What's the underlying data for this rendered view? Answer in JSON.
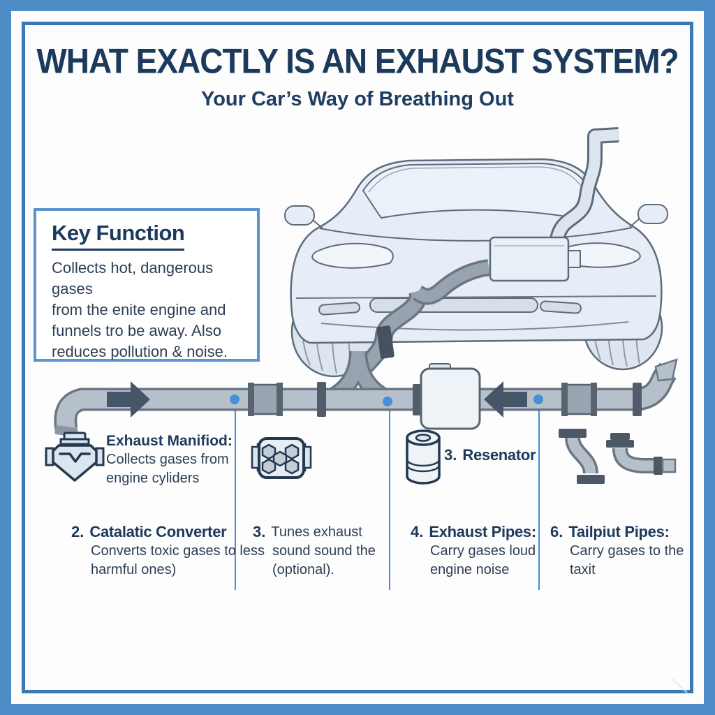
{
  "header": {
    "title": "WHAT EXACTLY IS AN EXHAUST SYSTEM?",
    "subtitle": "Your Car’s Way of Breathing Out"
  },
  "key_function": {
    "heading": "Key Function",
    "lines": [
      "Collects hot, dangerous gases",
      "from the enite engine and",
      "funnels tro be away. Also",
      "reduces pollution & noise."
    ]
  },
  "legend": {
    "manifold": {
      "icon": "engine-manifold-icon",
      "title": "Exhaust Manifiod:",
      "lines": [
        "Collects gases from",
        "engine cyliders"
      ]
    },
    "catalytic_icon": "catalytic-converter-icon",
    "resonator": {
      "icon": "resonator-canister-icon",
      "number": "3.",
      "title": "Resenator"
    },
    "tailpipe_icon": "tailpipe-pipes-icon",
    "catalytic": {
      "number": "2.",
      "title": "Catalatic Converter",
      "lines": [
        "Converts toxic gases to less",
        "harmful ones)"
      ]
    },
    "muffler_note": {
      "number": "3.",
      "lines": [
        "Tunes exhaust",
        "sound sound the",
        "(optional)."
      ]
    },
    "exhaust_pipes": {
      "number": "4.",
      "title": "Exhaust Pipes:",
      "lines": [
        "Carry gases loud",
        "engine noise"
      ]
    },
    "tailpipes": {
      "number": "6.",
      "title": "Tailpiut Pipes:",
      "lines": [
        "Carry gases to the",
        "taxit"
      ]
    }
  },
  "colors": {
    "frame_outer": "#4e8bc7",
    "frame_inner": "#3879b6",
    "heading_navy": "#1b3a5c",
    "body_text": "#2c3f54",
    "keybox_border": "#5b94ca",
    "pipe_fill": "#b6c0cb",
    "pipe_outline": "#6b7682",
    "clamp_dark": "#515d6b",
    "arrow": "#45566b",
    "connector_blue": "#4590d8",
    "car_fill": "#e6edf6",
    "car_stroke": "#5d6b7a",
    "icon_stroke": "#24394f",
    "muffler_fill": "#eef3f8"
  }
}
